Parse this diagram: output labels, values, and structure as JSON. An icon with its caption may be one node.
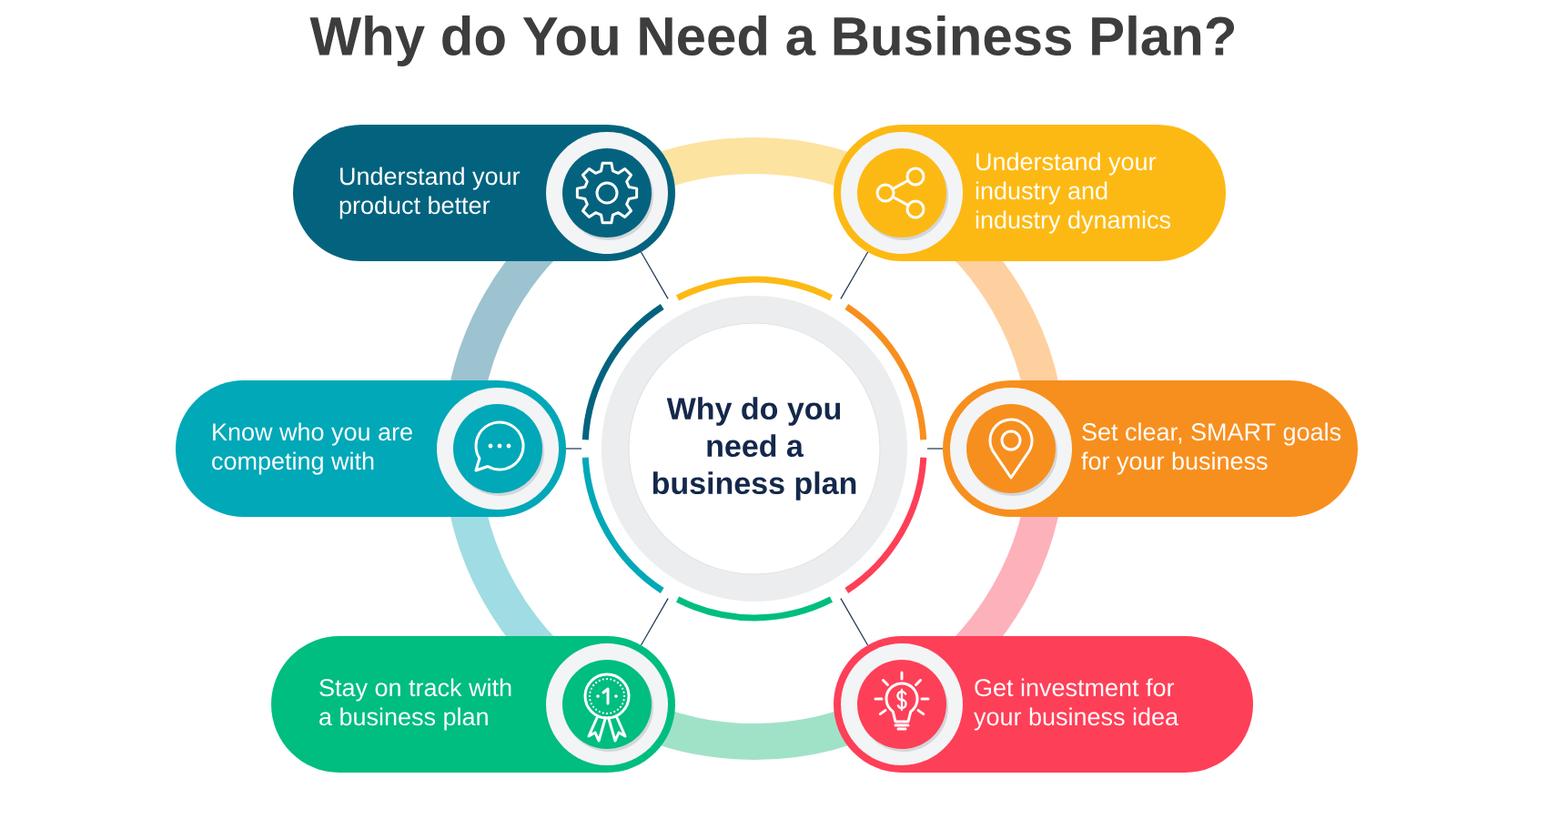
{
  "diagram": {
    "title": "Why do You Need a Business Plan?",
    "nodes": [
      {
        "text": [
          "Understand your product better"
        ]
      },
      {
        "text": [
          "Understand your industry and industry dynamics"
        ]
      },
      {
        "text": [
          "Know who you are competing with"
        ]
      },
      {
        "text": [
          "Why do you need a business plan"
        ]
      },
      {
        "text": [
          "Set clear, SMART goals for your business"
        ]
      },
      {
        "text": [
          "Stay on track with a business plan"
        ]
      },
      {
        "text": [
          "Get investment for your business idea"
        ]
      }
    ],
    "edges": [
      {
        "from": 3,
        "to": 0,
        "arrow": "none"
      },
      {
        "from": 3,
        "to": 1,
        "arrow": "none"
      },
      {
        "from": 3,
        "to": 2,
        "arrow": "none"
      },
      {
        "from": 3,
        "to": 4,
        "arrow": "none"
      },
      {
        "from": 3,
        "to": 5,
        "arrow": "none"
      },
      {
        "from": 3,
        "to": 6,
        "arrow": "none"
      }
    ]
  }
}
